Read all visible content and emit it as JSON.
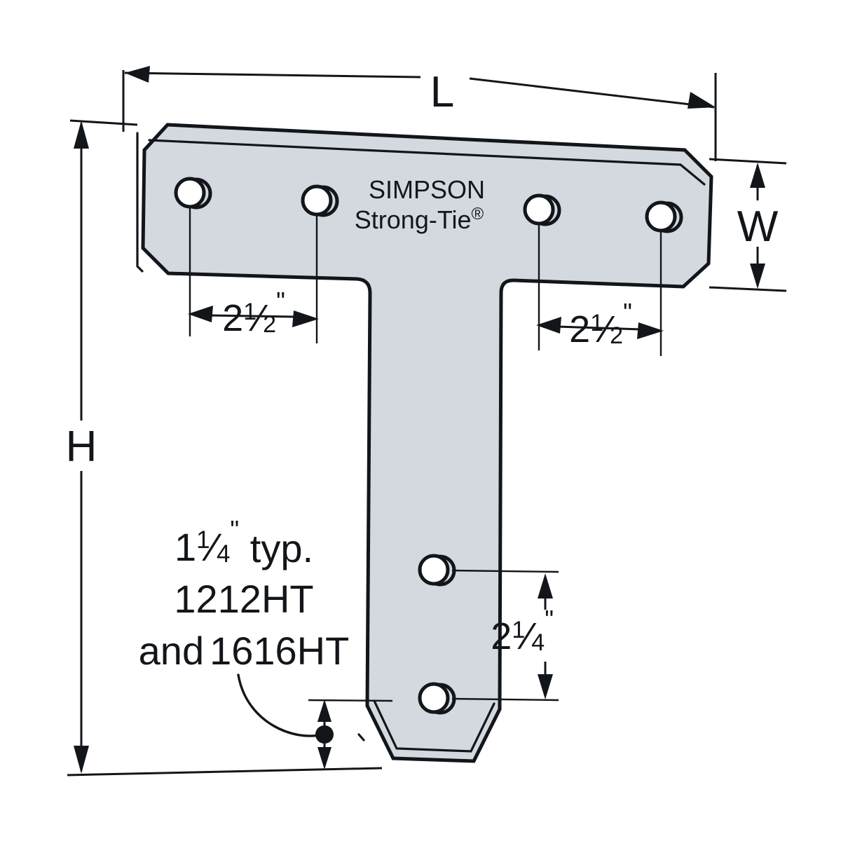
{
  "drawing": {
    "title": "Simpson Strong-Tie T Strap Tie Plate Dimensioned Drawing",
    "background_color": "#ffffff",
    "plate_fill_color": "#d3d9df",
    "line_color": "#12161a"
  },
  "brand": {
    "line1": "SIMPSON",
    "line2": "Strong-Tie",
    "registered_mark": "®"
  },
  "dimensions": {
    "overall_length_label": "L",
    "overall_height_label": "H",
    "flange_width_label": "W",
    "hole_spacing_left": {
      "whole": "2",
      "numerator": "1",
      "slash": "⁄",
      "denominator": "2",
      "unit": "\"",
      "full": "2½\""
    },
    "hole_spacing_right": {
      "whole": "2",
      "numerator": "1",
      "slash": "⁄",
      "denominator": "2",
      "unit": "\"",
      "full": "2½\""
    },
    "stem_hole_spacing": {
      "whole": "2",
      "numerator": "1",
      "slash": "⁄",
      "denominator": "4",
      "unit": "\"",
      "full": "2¼\""
    }
  },
  "callout": {
    "line1_whole": "1",
    "line1_numerator": "1",
    "line1_slash": "⁄",
    "line1_denominator": "4",
    "line1_unit": "\"",
    "line1_suffix": " typ.",
    "line1_full": "1¼\" typ.",
    "line2": "1212HT",
    "line3_prefix": "and",
    "line3_model": "1616HT",
    "line3_full": "and 1616HT"
  },
  "holes": {
    "top_flange_count": 4,
    "stem_count": 2,
    "total": 6
  }
}
